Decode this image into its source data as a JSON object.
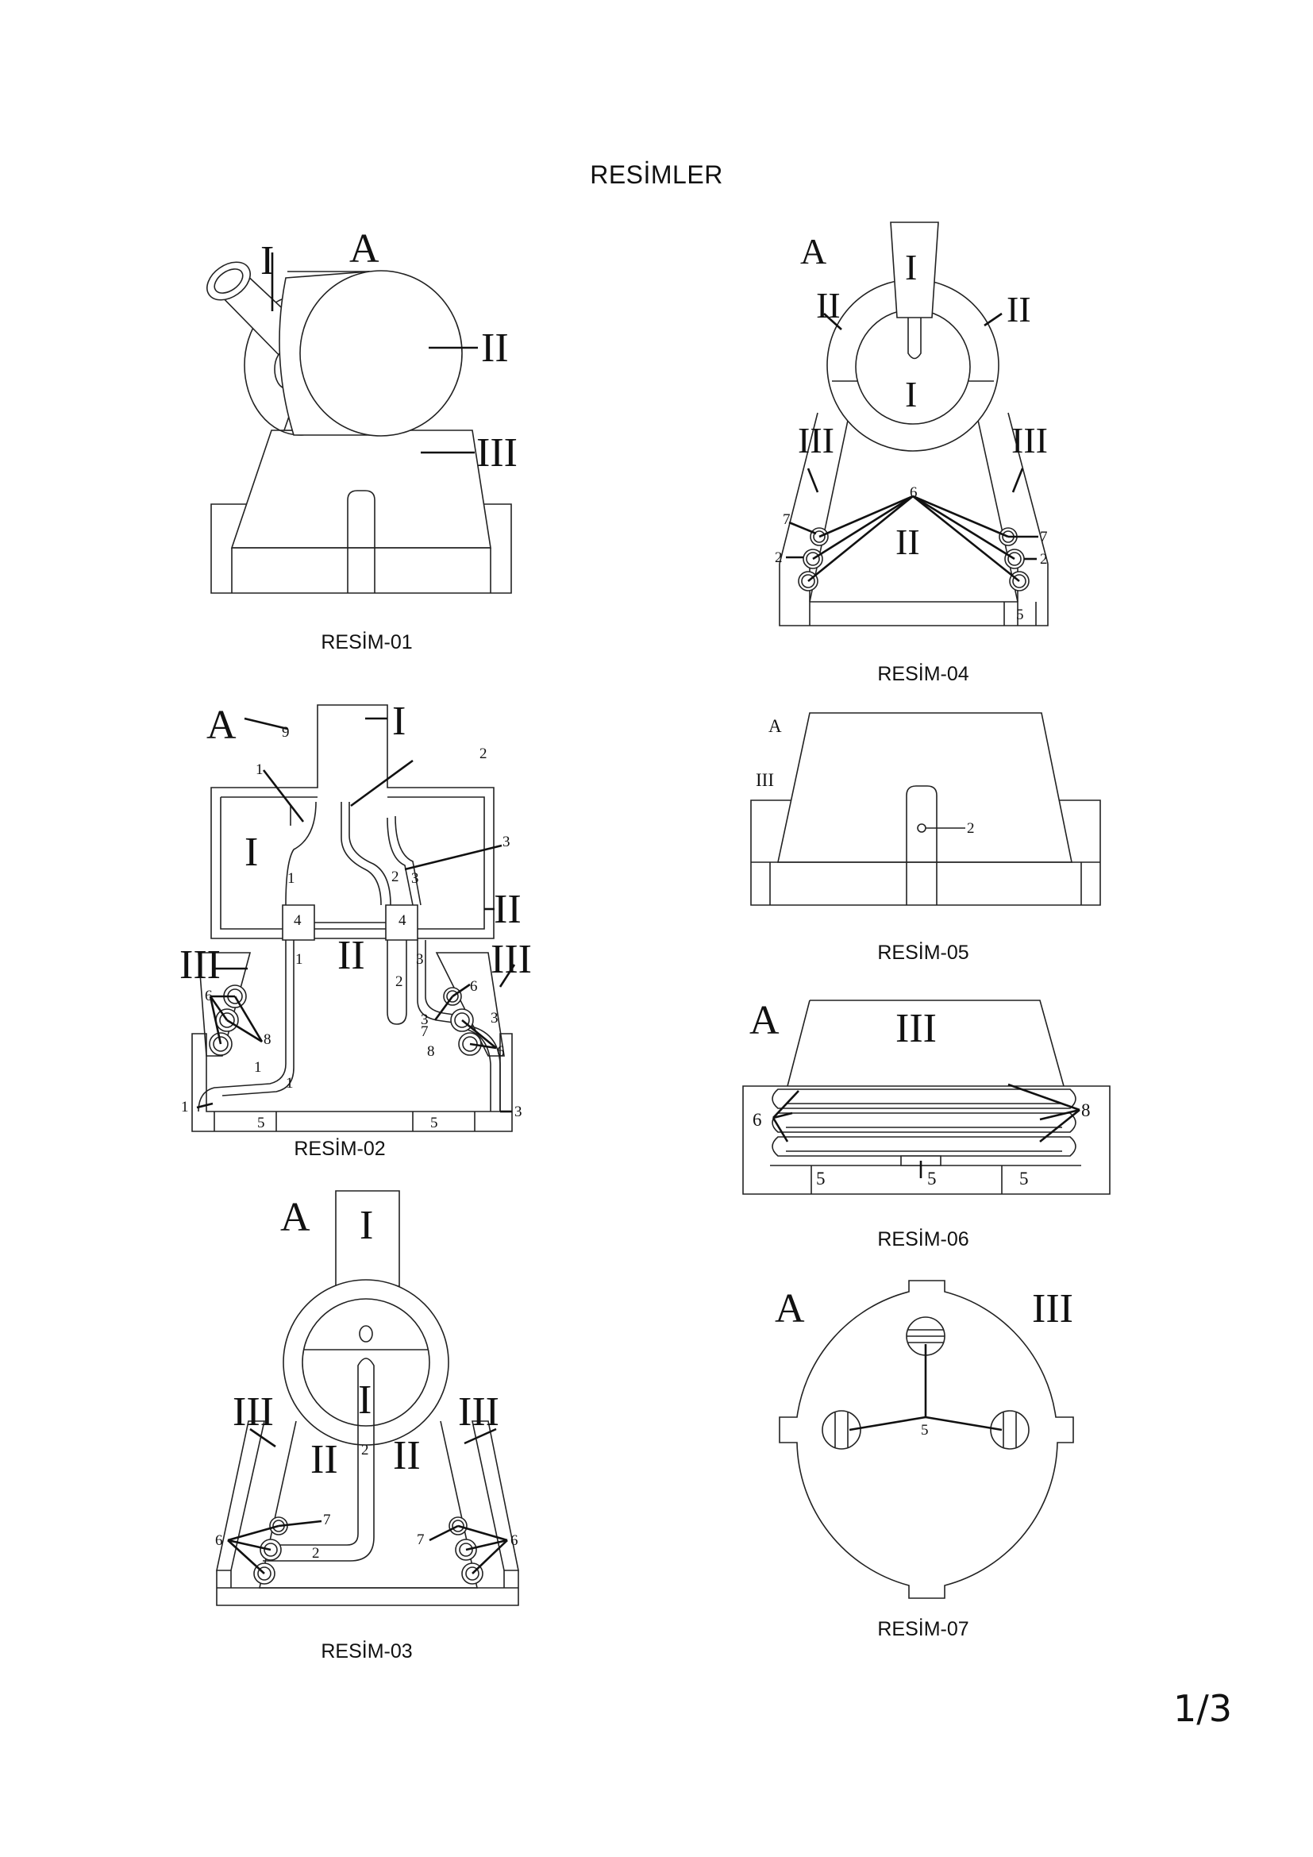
{
  "page": {
    "title": "RESİMLER",
    "page_number": "1/3"
  },
  "figures": [
    {
      "id": "resim-01",
      "caption": "RESİM-01",
      "labels": {
        "a": "A",
        "i": "I",
        "ii": "II",
        "iii": "III"
      }
    },
    {
      "id": "resim-02",
      "caption": "RESİM-02",
      "labels": {
        "a": "A",
        "i_top": "I",
        "i_left": "I",
        "ii_right": "II",
        "ii_center": "II",
        "iii_left": "III",
        "iii_right": "III",
        "n1": "1",
        "n2": "2",
        "n3": "3",
        "n4": "4",
        "n5": "5",
        "n6": "6",
        "n7": "7",
        "n8": "8",
        "n9": "9"
      }
    },
    {
      "id": "resim-03",
      "caption": "RESİM-03",
      "labels": {
        "a": "A",
        "i_top": "I",
        "i_center": "I",
        "ii": "II",
        "iii": "III",
        "n2": "2",
        "n6": "6",
        "n7": "7"
      }
    },
    {
      "id": "resim-04",
      "caption": "RESİM-04",
      "labels": {
        "a": "A",
        "i_top": "I",
        "i_center": "I",
        "ii": "II",
        "iii": "III",
        "n2": "2",
        "n5": "5",
        "n6": "6",
        "n7": "7"
      }
    },
    {
      "id": "resim-05",
      "caption": "RESİM-05",
      "labels": {
        "a": "A",
        "iii": "III",
        "n2": "2"
      }
    },
    {
      "id": "resim-06",
      "caption": "RESİM-06",
      "labels": {
        "a": "A",
        "iii": "III",
        "n5": "5",
        "n6": "6",
        "n8": "8"
      }
    },
    {
      "id": "resim-07",
      "caption": "RESİM-07",
      "labels": {
        "a": "A",
        "iii": "III",
        "n5": "5"
      }
    }
  ]
}
